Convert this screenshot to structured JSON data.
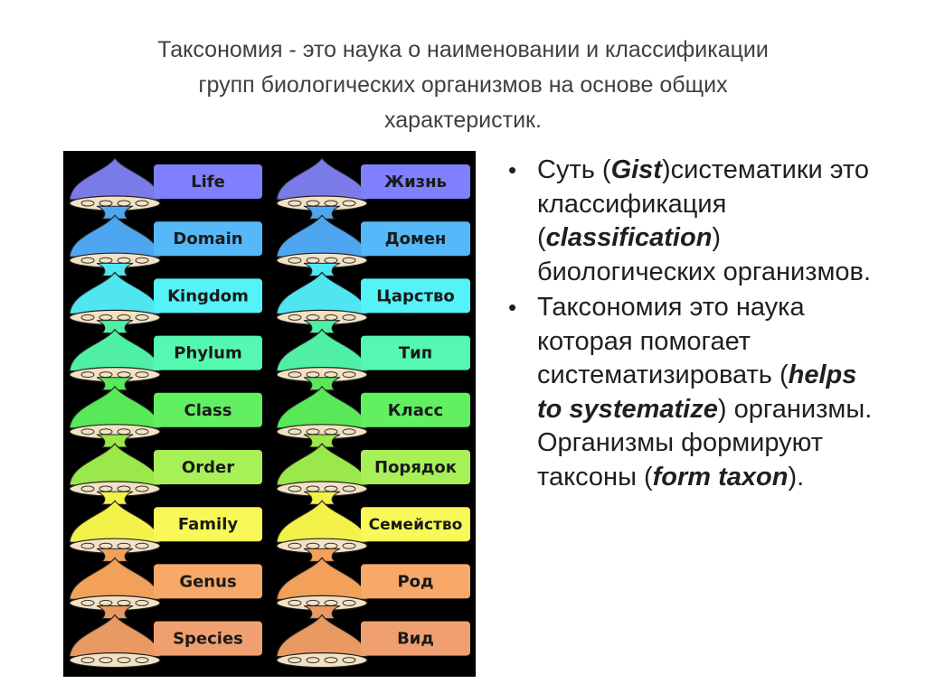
{
  "title": {
    "line1": "Таксономия - это наука о наименовании и классификации",
    "line2": "групп биологических организмов на основе общих",
    "line3": "характеристик."
  },
  "taxonomy": {
    "english": [
      "Life",
      "Domain",
      "Kingdom",
      "Phylum",
      "Class",
      "Order",
      "Family",
      "Genus",
      "Species"
    ],
    "russian": [
      "Жизнь",
      "Домен",
      "Царство",
      "Тип",
      "Класс",
      "Порядок",
      "Семейство",
      "Род",
      "Вид"
    ],
    "colors": [
      "#7b7be8",
      "#4fa6f0",
      "#4fe6f2",
      "#4ff0a6",
      "#58e858",
      "#9be84a",
      "#f2f24a",
      "#f2a05a",
      "#e89a62"
    ],
    "label_colors": [
      "#8080ff",
      "#55b8f8",
      "#55f2f8",
      "#55f8b0",
      "#62f062",
      "#a8f058",
      "#f8f858",
      "#f8a868",
      "#f0a070"
    ]
  },
  "bullets": {
    "b1": {
      "t1": "Суть (",
      "e1": "Gist",
      "t2": ")систематики это классификация (",
      "e2": "classification",
      "t3": ") биологических организмов."
    },
    "b2": {
      "t1": "Таксономия это наука которая помогает систематизировать (",
      "e1": "helps to systematize",
      "t2": ") организмы. Организмы формируют таксоны (",
      "e2": "form taxon",
      "t3": ")."
    }
  }
}
